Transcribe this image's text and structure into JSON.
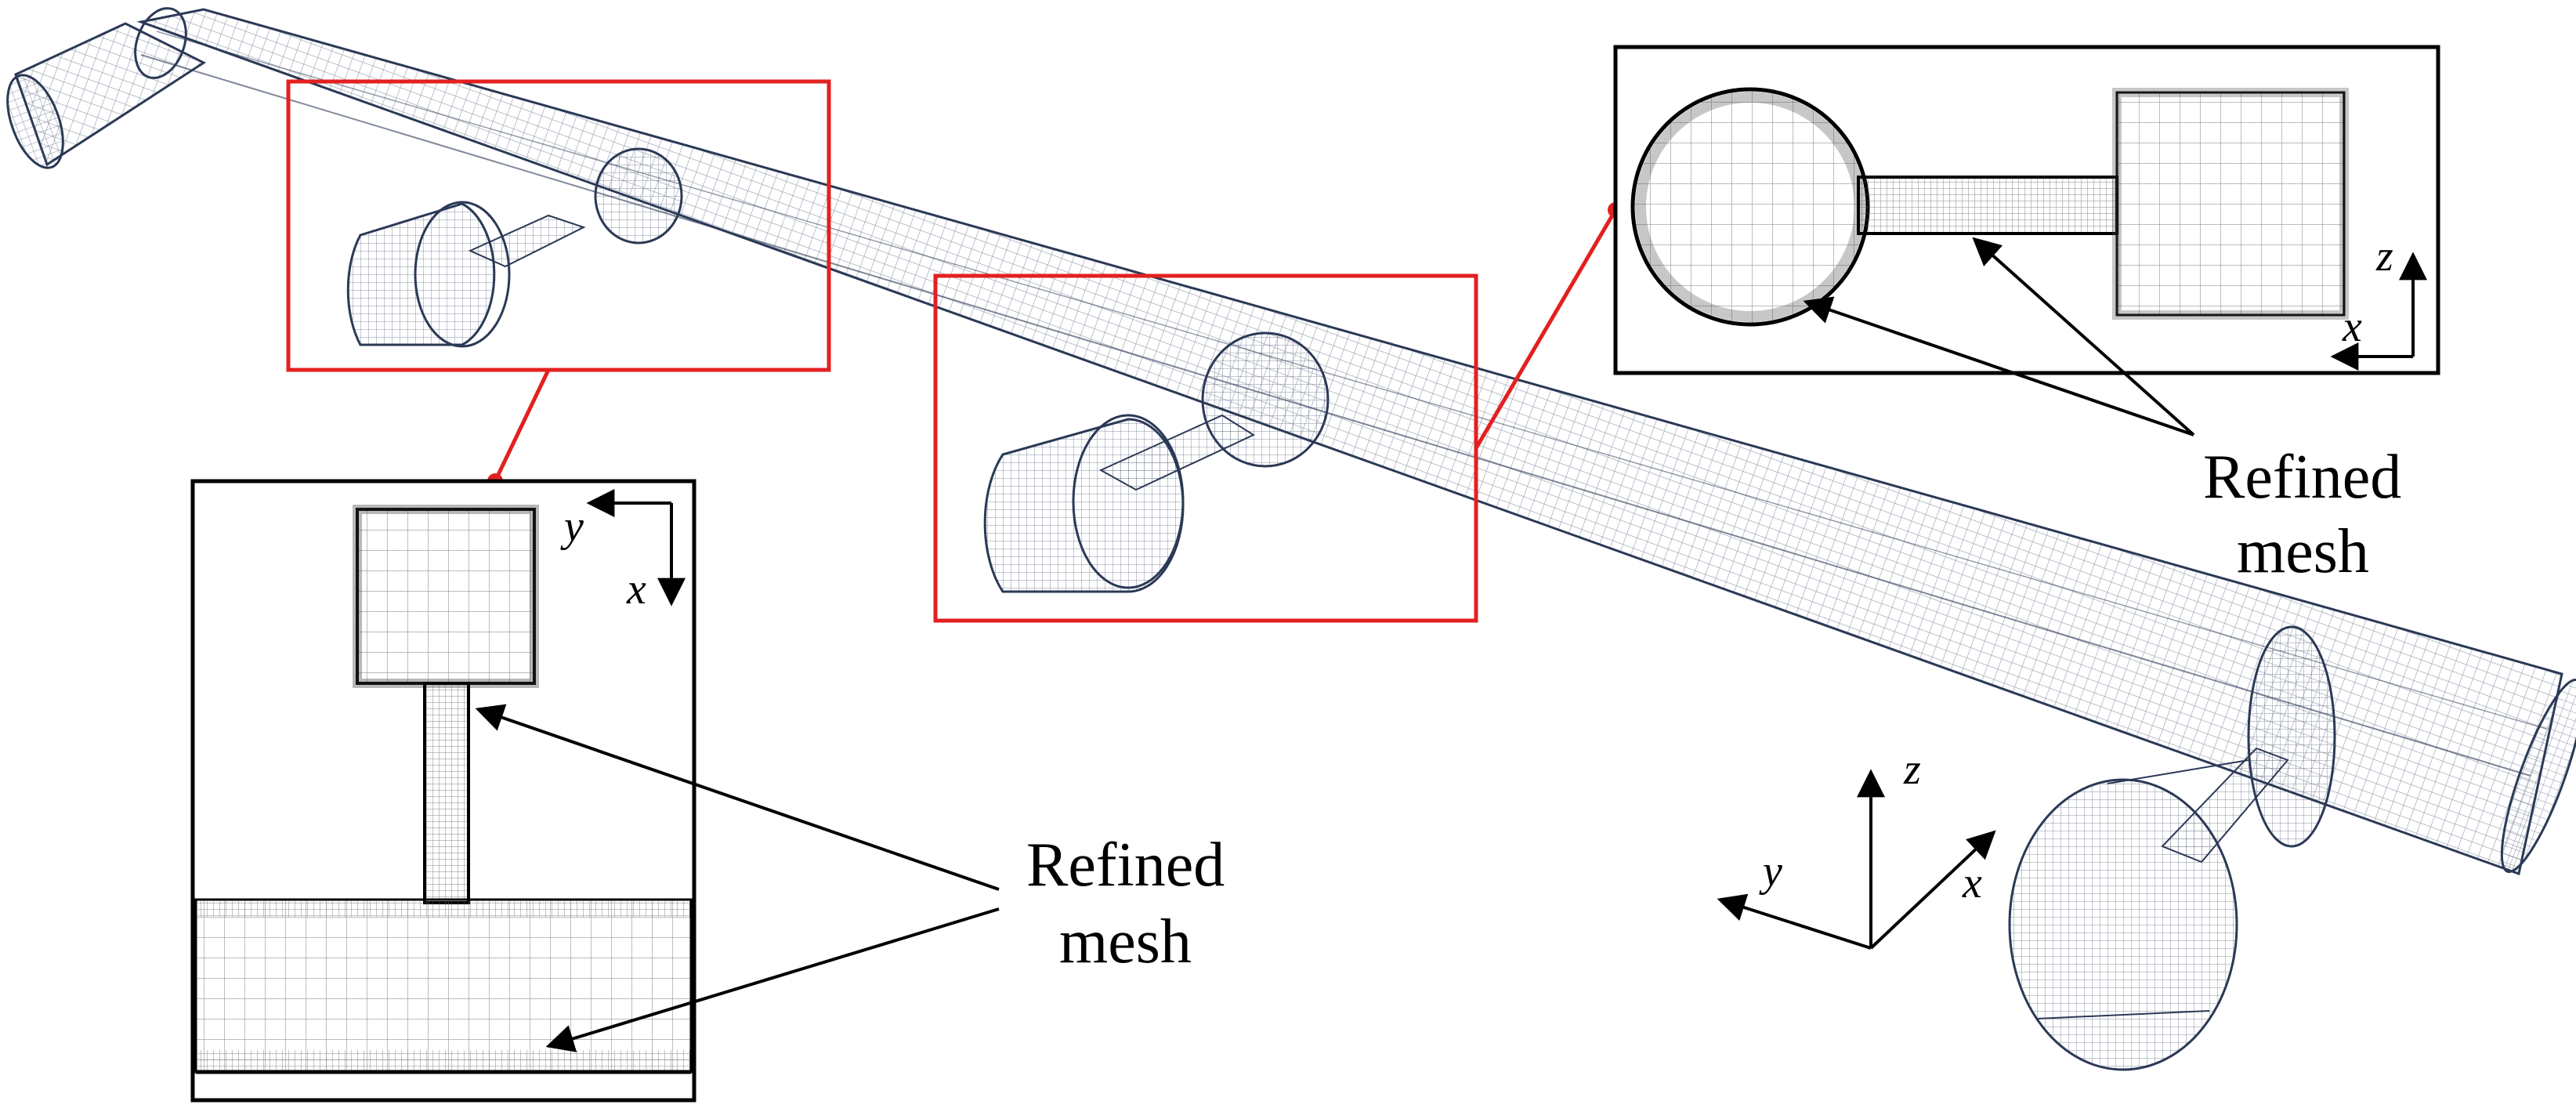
{
  "figure": {
    "callout_left": {
      "line1": "Refined",
      "line2": "mesh"
    },
    "callout_right": {
      "line1": "Refined",
      "line2": "mesh"
    },
    "axes_main": {
      "z": "z",
      "y": "y",
      "x": "x"
    },
    "axes_inset_left": {
      "y": "y",
      "x": "x"
    },
    "axes_inset_right": {
      "z": "z",
      "x": "x"
    }
  },
  "colors": {
    "mesh": "#3a4a66",
    "mesh_fill": "#c9ced9",
    "highlight": "#e32020",
    "frame": "#000000",
    "inset_fill": "#f1f1f1"
  },
  "icons": {
    "left_inset": "mesh-cross-section-xy",
    "right_inset": "mesh-cross-section-xz"
  }
}
